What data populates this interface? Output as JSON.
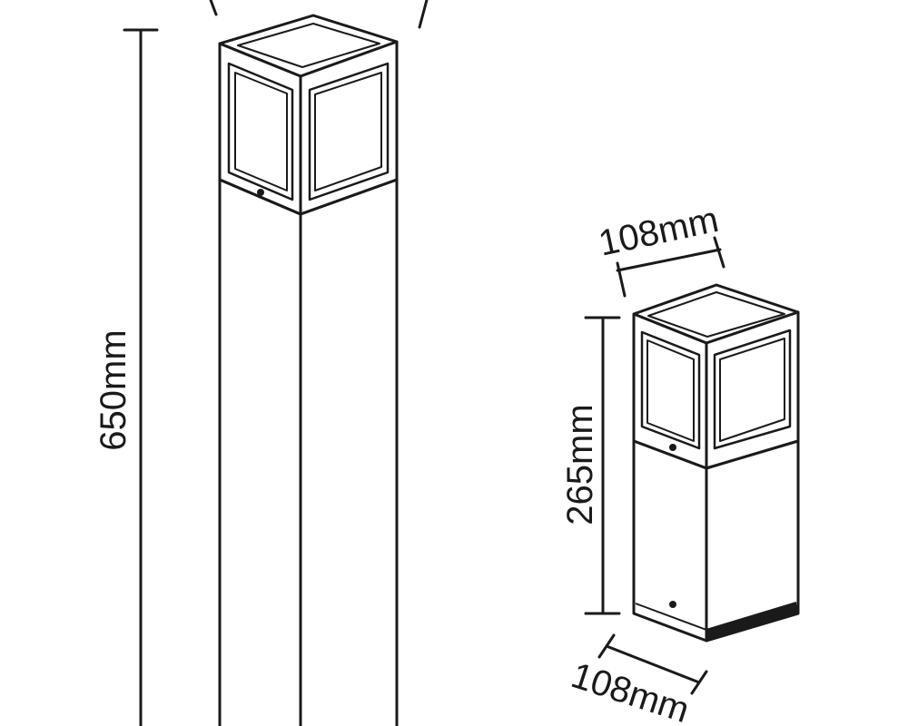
{
  "tall_lamp": {
    "height_label": "650mm"
  },
  "short_lamp": {
    "height_label": "265mm",
    "top_width_label": "108mm",
    "bottom_depth_label": "108mm"
  },
  "colors": {
    "line": "#1a1a1a",
    "background": "#ffffff"
  }
}
